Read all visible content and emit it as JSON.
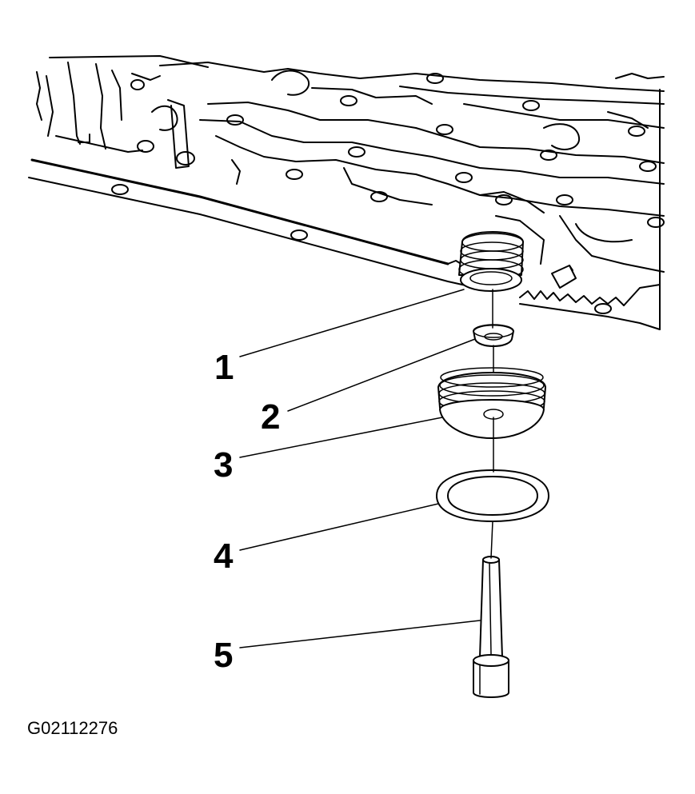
{
  "figure_id": "G02112276",
  "callouts": [
    {
      "number": "1",
      "part": "spring"
    },
    {
      "number": "2",
      "part": "retainer"
    },
    {
      "number": "3",
      "part": "piston"
    },
    {
      "number": "4",
      "part": "seal-ring"
    },
    {
      "number": "5",
      "part": "bolt"
    }
  ]
}
